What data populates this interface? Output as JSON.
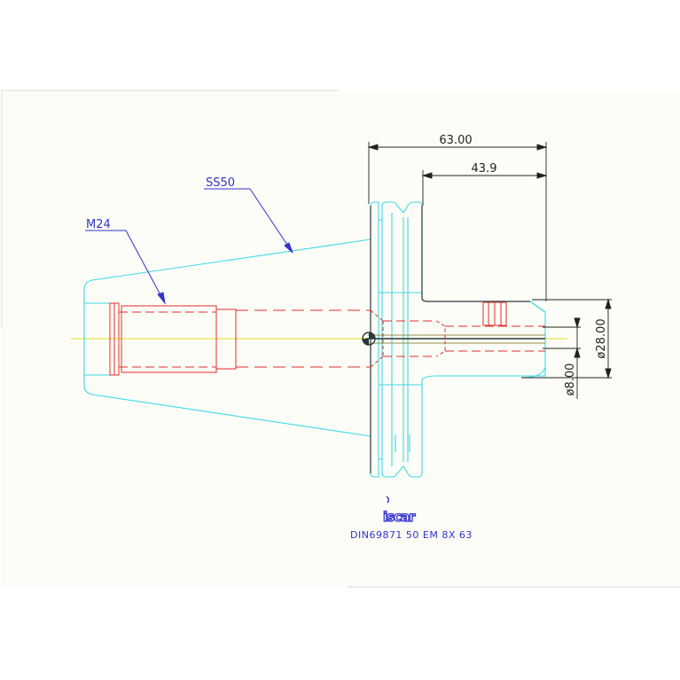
{
  "drawing": {
    "dimensions": {
      "total_length": "63.00",
      "inner_length": "43.9",
      "outer_diameter": "ø28.00",
      "bore_diameter": "ø8.00"
    },
    "labels": {
      "taper": "SS50",
      "thread": "M24"
    },
    "logo": "iscar",
    "caption": "DIN69871 50 EM 8X 63",
    "colors": {
      "sheet": "#fbfdf6",
      "taper_outline": "#41d8e8",
      "hidden_lines": "#e0302a",
      "centerline": "#f0e24a",
      "dimensions": "#222222",
      "leaders": "#3333cc"
    }
  }
}
